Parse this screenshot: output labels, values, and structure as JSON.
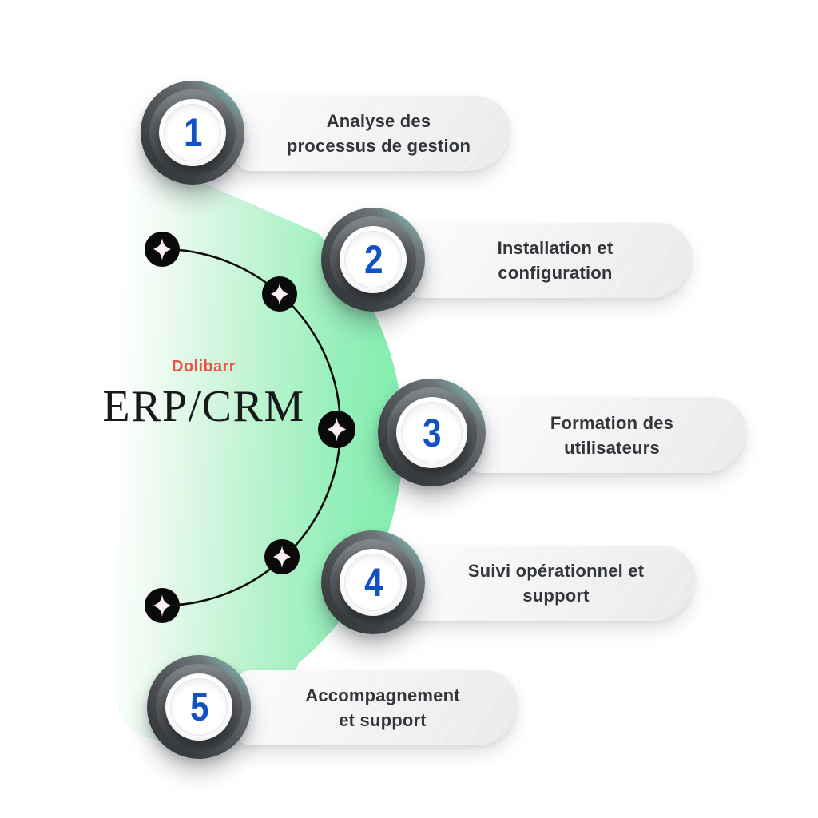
{
  "brand": {
    "name": "Dolibarr",
    "product": "ERP/CRM"
  },
  "steps": [
    {
      "number": "1",
      "line1": "Analyse des",
      "line2": "processus de gestion"
    },
    {
      "number": "2",
      "line1": "Installation et",
      "line2": "configuration"
    },
    {
      "number": "3",
      "line1": "Formation des",
      "line2": "utilisateurs"
    },
    {
      "number": "4",
      "line1": "Suivi opérationnel et",
      "line2": "support"
    },
    {
      "number": "5",
      "line1": "Accompagnement",
      "line2": "et support"
    }
  ],
  "icons": [
    "sparkle-icon",
    "sparkle-icon",
    "sparkle-icon",
    "sparkle-icon",
    "sparkle-icon"
  ],
  "colors": {
    "background": "#ffffff",
    "blob_green_light": "#ffffff",
    "blob_green_strong": "#84edae",
    "brand_red": "#f15045",
    "title_dark": "#17191b",
    "number_blue": "#1253c4",
    "pill_background": "#f1f1f2",
    "pill_text": "#32363b",
    "badge_ring_dark": "#3b3e41",
    "badge_ring_teal": "#8fd7cb",
    "arc_black": "#0c0c0c",
    "sparkle_star": "#fdeef1"
  }
}
